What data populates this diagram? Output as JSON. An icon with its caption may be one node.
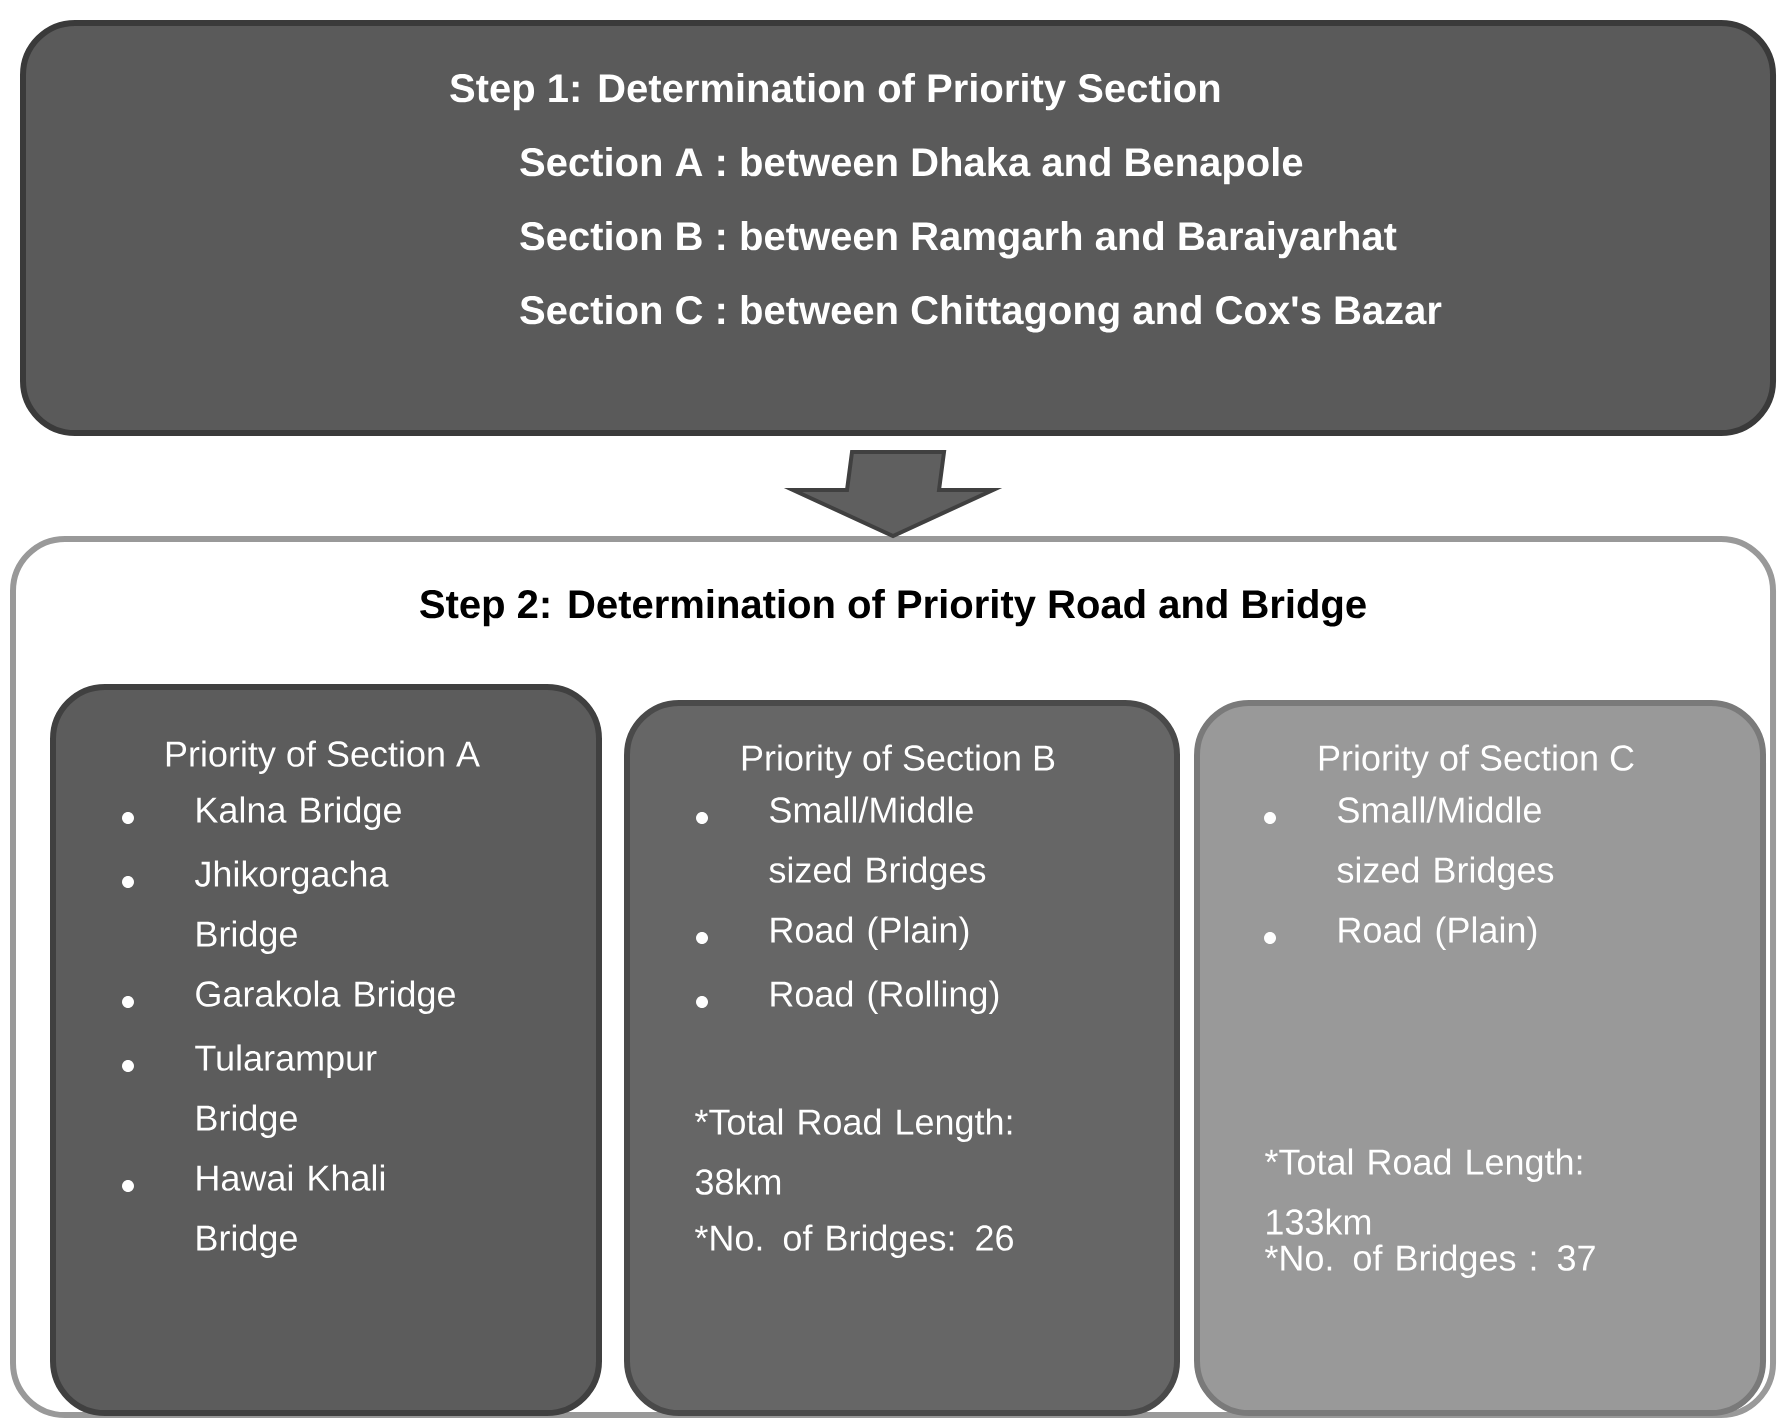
{
  "diagram": {
    "nodes": [
      {
        "text": [
          "Step 1: Determination  of Priority Section",
          "Section A : between Dhaka and Benapole",
          "Section B : between Ramgarh and Baraiyarhat",
          "Section C : between Chittagong and Cox's Bazar"
        ]
      },
      {
        "text": [
          "Step 2: Determination  of Priority Road and Bridge"
        ]
      },
      {
        "text": [
          "Priority of Section A",
          "Kalna Bridge",
          "Jhikorgacha Bridge",
          "Garakola Bridge",
          "Tularampur Bridge",
          "Hawai Khali Bridge"
        ],
        "in": 1
      },
      {
        "text": [
          "Priority of Section B",
          "Small/Middle sized Bridges",
          "Road (Plain)",
          "Road (Rolling)",
          "*Total Road Length: 38km",
          "*No. of Bridges: 26"
        ],
        "in": 1
      },
      {
        "text": [
          "Priority of Section C",
          "Small/Middle sized Bridges",
          "Road (Plain)",
          "*Total Road Length: 133km",
          "*No. of Bridges : 37"
        ],
        "in": 1
      }
    ],
    "edges": [
      {
        "from": 0,
        "to": 1,
        "arrow": "to"
      }
    ]
  }
}
